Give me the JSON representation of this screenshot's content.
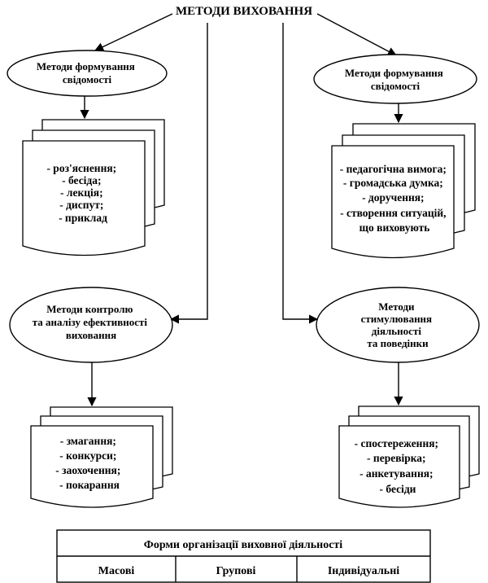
{
  "title": "МЕТОДИ ВИХОВАННЯ",
  "ellipses": [
    {
      "id": "top-left",
      "lines": [
        "Методи формування",
        "свідомості"
      ]
    },
    {
      "id": "top-right",
      "lines": [
        "Методи формування",
        "свідомості"
      ]
    },
    {
      "id": "bottom-left",
      "lines": [
        "Методи контролю",
        "та аналізу ефективності",
        "виховання"
      ]
    },
    {
      "id": "bottom-right",
      "lines": [
        "Методи",
        "стимулювання",
        "діяльності",
        "та поведінки"
      ]
    }
  ],
  "lists": [
    {
      "id": "top-left",
      "items": [
        "- роз'яснення;",
        "- бесіда;",
        "- лекція;",
        "- диспут;",
        "- приклад"
      ]
    },
    {
      "id": "top-right",
      "items": [
        "- педагогічна вимога;",
        "- громадська думка;",
        "- доручення;",
        "- створення ситуацій,",
        "що виховують"
      ]
    },
    {
      "id": "bottom-left",
      "items": [
        "- змагання;",
        "- конкурси;",
        "- заохочення;",
        "- покарання"
      ]
    },
    {
      "id": "bottom-right",
      "items": [
        "- спостереження;",
        "- перевірка;",
        "- анкетування;",
        "- бесіди"
      ]
    }
  ],
  "table": {
    "header": "Форми організації виховної діяльності",
    "columns": [
      "Масові",
      "Групові",
      "Індивідуальні"
    ]
  },
  "colors": {
    "stroke": "#000000",
    "background": "#ffffff"
  }
}
